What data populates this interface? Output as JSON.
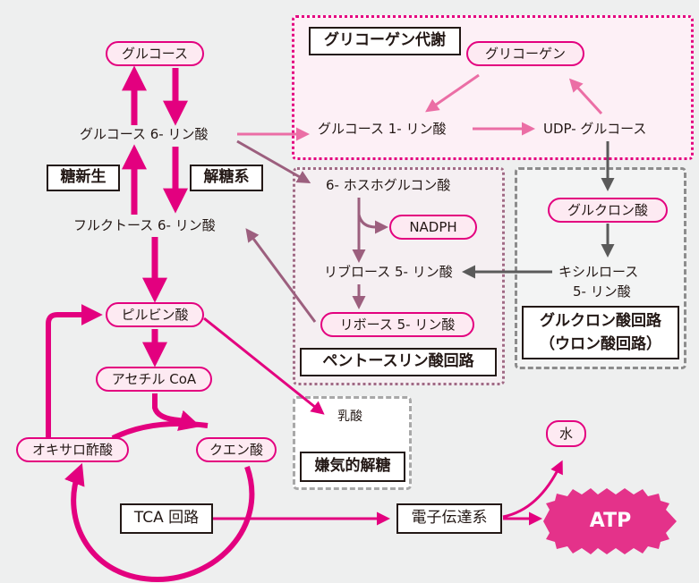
{
  "colors": {
    "background": "#eeefef",
    "magenta": "#e3007f",
    "light_pink_arrow": "#eb6ea5",
    "mauve_arrow": "#9c5f7e",
    "gray_arrow": "#5a5a5a",
    "pill_fill": "#fdeaf2",
    "atp_fill": "#e4328a"
  },
  "regions": {
    "glycogen": "グリコーゲン代謝",
    "pentose": "ペントースリン酸回路",
    "glucuronic_line1": "グルクロン酸回路",
    "glucuronic_line2": "（ウロン酸回路）",
    "anaerobic": "嫌気的解糖"
  },
  "labels": {
    "gluconeogenesis": "糖新生",
    "glycolysis": "解糖系",
    "tca": "TCA 回路",
    "electron_transport": "電子伝達系"
  },
  "nodes": {
    "glucose": "グルコース",
    "glucose6p": "グルコース 6- リン酸",
    "fructose6p": "フルクトース 6- リン酸",
    "pyruvate": "ピルビン酸",
    "acetyl_coa": "アセチル CoA",
    "oxaloacetate": "オキサロ酢酸",
    "citrate": "クエン酸",
    "glycogen": "グリコーゲン",
    "glucose1p": "グルコース 1- リン酸",
    "udp_glucose": "UDP- グルコース",
    "phosphogluconate": "6- ホスホグルコン酸",
    "nadph": "NADPH",
    "ribulose5p": "リブロース 5- リン酸",
    "ribose5p": "リボース 5- リン酸",
    "glucuronate": "グルクロン酸",
    "xylulose5p_line1": "キシルロース",
    "xylulose5p_line2": "5- リン酸",
    "lactate": "乳酸",
    "water": "水",
    "atp": "ATP"
  }
}
